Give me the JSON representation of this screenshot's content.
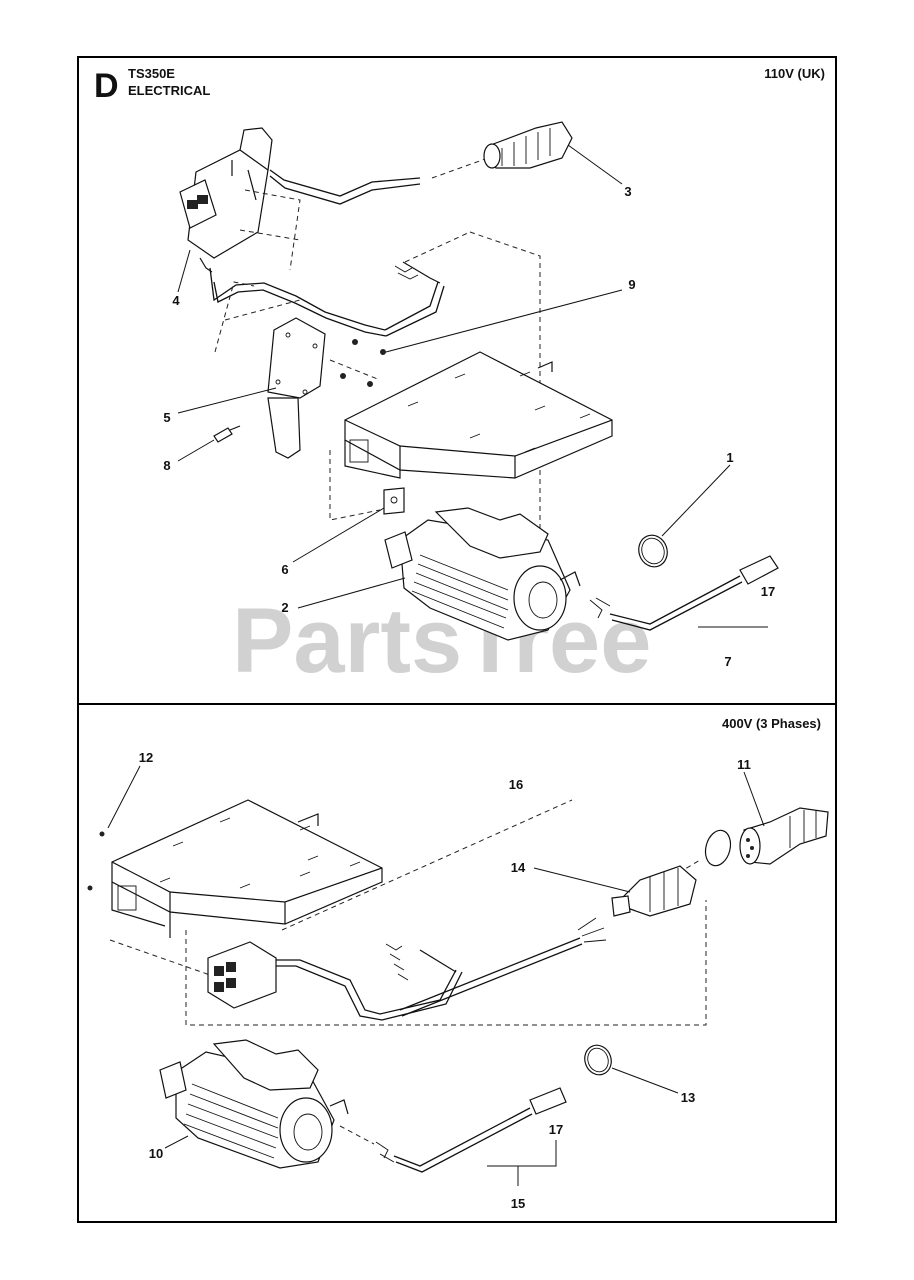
{
  "page": {
    "section_letter": "D",
    "model": "TS350E",
    "title": "ELECTRICAL"
  },
  "watermark": "PartsTree",
  "panels": {
    "top": {
      "label": "110V (UK)",
      "callouts": [
        "1",
        "2",
        "3",
        "4",
        "5",
        "6",
        "7",
        "8",
        "9",
        "17"
      ]
    },
    "bottom": {
      "label": "400V (3 Phases)",
      "callouts": [
        "10",
        "11",
        "12",
        "13",
        "14",
        "15",
        "16",
        "17"
      ]
    }
  }
}
